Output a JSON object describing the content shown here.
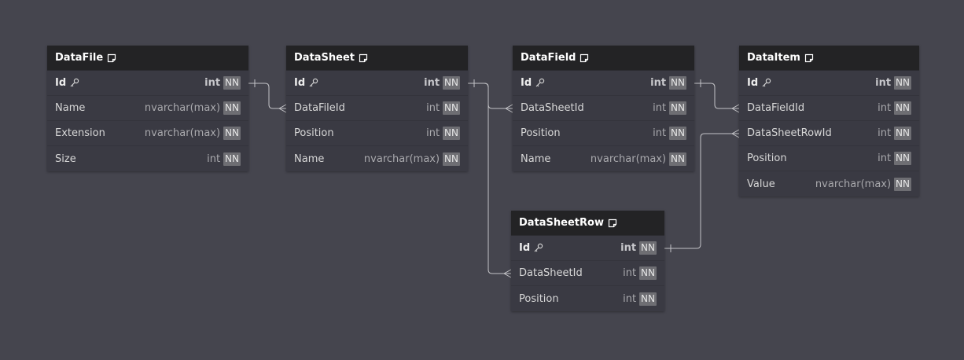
{
  "tables": [
    {
      "id": "datafile",
      "name": "DataFile",
      "fields": [
        {
          "name": "Id",
          "type": "int",
          "constraint": "NN",
          "pk": true
        },
        {
          "name": "Name",
          "type": "nvarchar(max)",
          "constraint": "NN"
        },
        {
          "name": "Extension",
          "type": "nvarchar(max)",
          "constraint": "NN"
        },
        {
          "name": "Size",
          "type": "int",
          "constraint": "NN"
        }
      ]
    },
    {
      "id": "datasheet",
      "name": "DataSheet",
      "fields": [
        {
          "name": "Id",
          "type": "int",
          "constraint": "NN",
          "pk": true
        },
        {
          "name": "DataFileId",
          "type": "int",
          "constraint": "NN"
        },
        {
          "name": "Position",
          "type": "int",
          "constraint": "NN"
        },
        {
          "name": "Name",
          "type": "nvarchar(max)",
          "constraint": "NN"
        }
      ]
    },
    {
      "id": "datafield",
      "name": "DataField",
      "fields": [
        {
          "name": "Id",
          "type": "int",
          "constraint": "NN",
          "pk": true
        },
        {
          "name": "DataSheetId",
          "type": "int",
          "constraint": "NN"
        },
        {
          "name": "Position",
          "type": "int",
          "constraint": "NN"
        },
        {
          "name": "Name",
          "type": "nvarchar(max)",
          "constraint": "NN"
        }
      ]
    },
    {
      "id": "dataitem",
      "name": "DataItem",
      "fields": [
        {
          "name": "Id",
          "type": "int",
          "constraint": "NN",
          "pk": true
        },
        {
          "name": "DataFieldId",
          "type": "int",
          "constraint": "NN"
        },
        {
          "name": "DataSheetRowId",
          "type": "int",
          "constraint": "NN"
        },
        {
          "name": "Position",
          "type": "int",
          "constraint": "NN"
        },
        {
          "name": "Value",
          "type": "nvarchar(max)",
          "constraint": "NN"
        }
      ]
    },
    {
      "id": "datasheetrow",
      "name": "DataSheetRow",
      "fields": [
        {
          "name": "Id",
          "type": "int",
          "constraint": "NN",
          "pk": true
        },
        {
          "name": "DataSheetId",
          "type": "int",
          "constraint": "NN"
        },
        {
          "name": "Position",
          "type": "int",
          "constraint": "NN"
        }
      ]
    }
  ],
  "relationships": [
    {
      "from": "datafile.Id",
      "to": "datasheet.DataFileId",
      "cardinality": "one-to-many"
    },
    {
      "from": "datasheet.Id",
      "to": "datafield.DataSheetId",
      "cardinality": "one-to-many"
    },
    {
      "from": "datasheet.Id",
      "to": "datasheetrow.DataSheetId",
      "cardinality": "one-to-many"
    },
    {
      "from": "datafield.Id",
      "to": "dataitem.DataFieldId",
      "cardinality": "one-to-many"
    },
    {
      "from": "datasheetrow.Id",
      "to": "dataitem.DataSheetRowId",
      "cardinality": "one-to-many"
    }
  ],
  "colors": {
    "canvas": "#45454e",
    "table_header": "#232325",
    "table_body": "#3a3a43",
    "badge": "#6e6e73",
    "connector": "#c4c4c8"
  },
  "icons": {
    "header": "note-icon",
    "primary_key": "key-icon"
  }
}
